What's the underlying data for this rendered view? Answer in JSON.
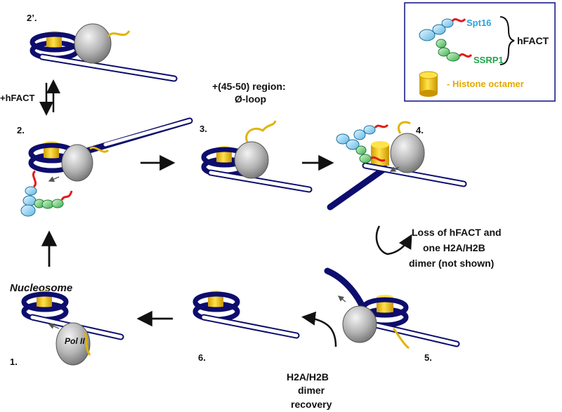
{
  "legend": {
    "spt16": "Spt16",
    "hfact": "hFACT",
    "ssrp1": "SSRP1",
    "histone": "- Histone octamer"
  },
  "steps": {
    "s1": "1.",
    "s2": "2.",
    "s2p": "2’.",
    "s3": "3.",
    "s4": "4.",
    "s5": "5.",
    "s6": "6."
  },
  "labels": {
    "hfact_equilibrium": "+hFACT",
    "region_line1": "+(45-50) region:",
    "region_line2": "Ø-loop",
    "loss_line1": "Loss of hFACT and",
    "loss_line2": "one H2A/H2B",
    "loss_line3": "dimer (not shown)",
    "recovery_line1": "H2A/H2B",
    "recovery_line2": "dimer",
    "recovery_line3": "recovery",
    "nucleosome": "Nucleosome",
    "pol2": "Pol II"
  },
  "colors": {
    "dna": "#0d0d6e",
    "histone": "#f2c200",
    "spt16": "#2aa3e0",
    "ssrp1": "#1fa64a",
    "ctd": "#e01b1b",
    "polii": "#b0b0b0",
    "legend_border": "#1a1a8a"
  }
}
